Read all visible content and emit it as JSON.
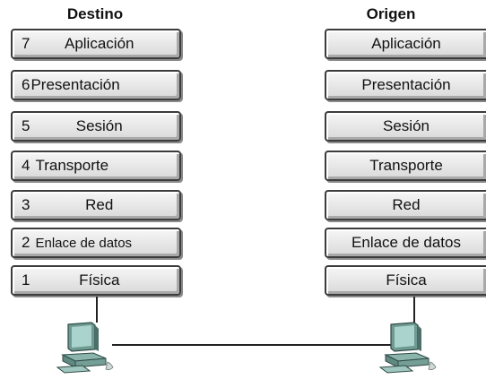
{
  "destination": {
    "title": "Destino",
    "layers": [
      {
        "number": "7",
        "label": "Aplicación"
      },
      {
        "number": "6",
        "label": "Presentación"
      },
      {
        "number": "5",
        "label": "Sesión"
      },
      {
        "number": "4",
        "label": "Transporte"
      },
      {
        "number": "3",
        "label": "Red"
      },
      {
        "number": "2",
        "label": "Enlace de datos"
      },
      {
        "number": "1",
        "label": "Física"
      }
    ]
  },
  "source": {
    "title": "Origen",
    "layers": [
      {
        "label": "Aplicación"
      },
      {
        "label": "Presentación"
      },
      {
        "label": "Sesión"
      },
      {
        "label": "Transporte"
      },
      {
        "label": "Red"
      },
      {
        "label": "Enlace de datos"
      },
      {
        "label": "Física"
      }
    ]
  },
  "icons": {
    "left_host": "computer-icon",
    "right_host": "computer-icon"
  }
}
